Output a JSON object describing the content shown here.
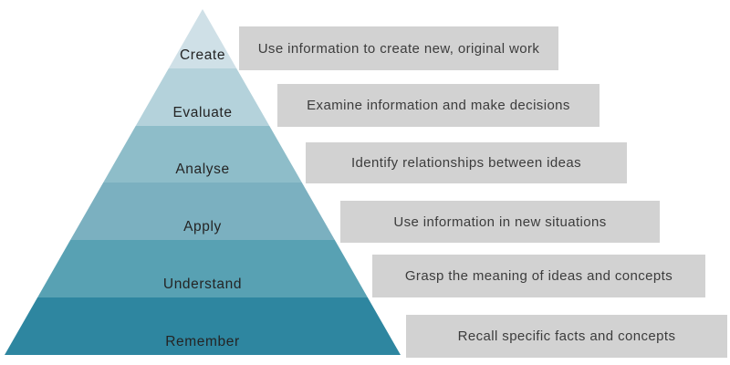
{
  "pyramid": {
    "levels": [
      {
        "label": "Create",
        "description": "Use information to create new, original work",
        "color": "#cfe0e7"
      },
      {
        "label": "Evaluate",
        "description": "Examine information and make decisions",
        "color": "#b4d2db"
      },
      {
        "label": "Analyse",
        "description": "Identify relationships between ideas",
        "color": "#8ebdc9"
      },
      {
        "label": "Apply",
        "description": "Use information in new situations",
        "color": "#7bb0c0"
      },
      {
        "label": "Understand",
        "description": "Grasp the meaning of ideas and concepts",
        "color": "#58a1b3"
      },
      {
        "label": "Remember",
        "description": "Recall specific facts and concepts",
        "color": "#2e86a0"
      }
    ],
    "description_box_color": "#d2d2d2",
    "label_text_color": "#242424",
    "description_text_color": "#3c3c3c"
  }
}
